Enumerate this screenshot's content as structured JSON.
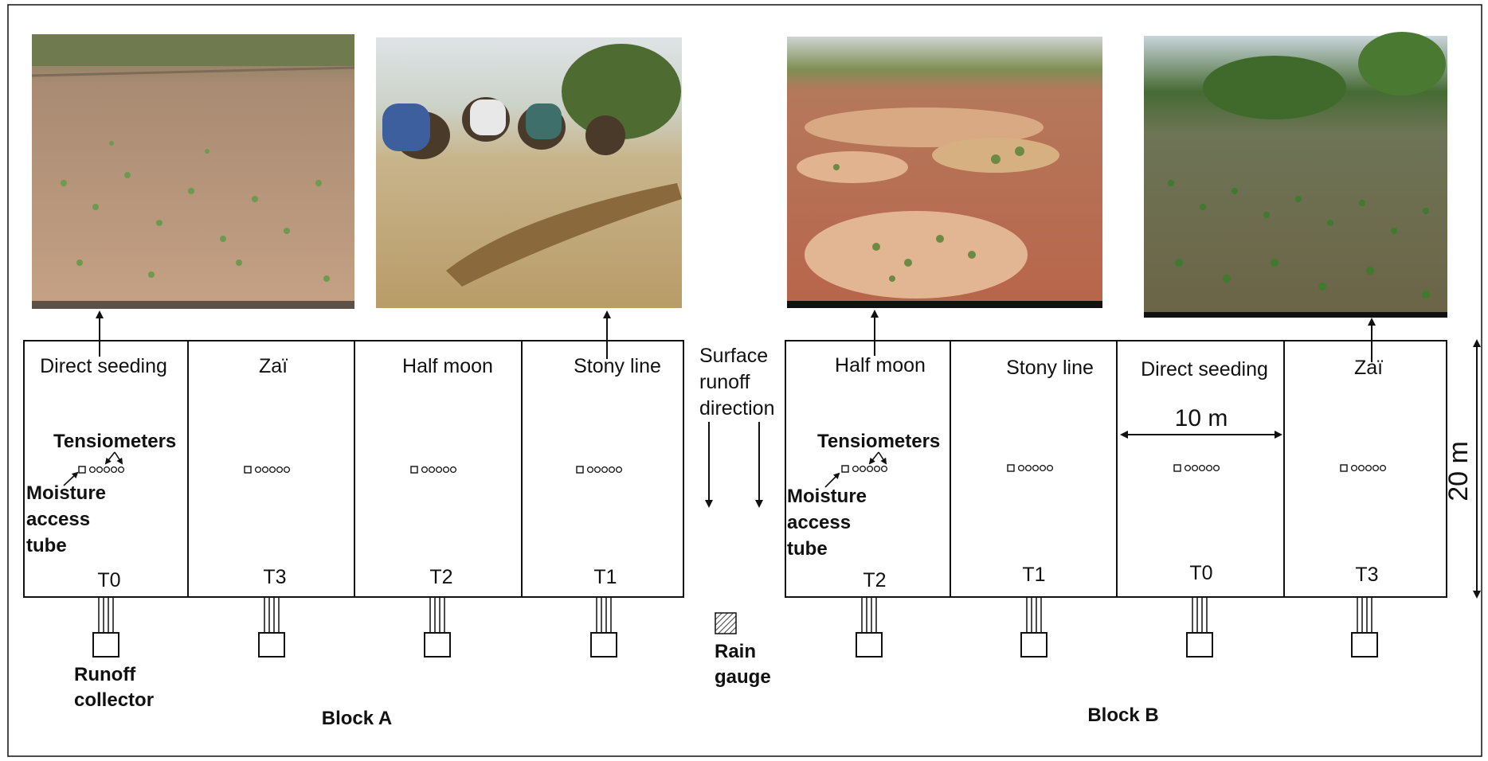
{
  "block_a": {
    "title": "Block A",
    "plots": [
      {
        "name": "Direct seeding",
        "code": "T0"
      },
      {
        "name": "Zaï",
        "code": "T3"
      },
      {
        "name": "Half moon",
        "code": "T2"
      },
      {
        "name": "Stony line",
        "code": "T1"
      }
    ],
    "tensiometers_label": "Tensiometers",
    "moisture_label": [
      "Moisture",
      "access",
      "tube"
    ],
    "runoff_label": [
      "Runoff",
      "collector"
    ]
  },
  "block_b": {
    "title": "Block B",
    "plots": [
      {
        "name": "Half moon",
        "code": "T2"
      },
      {
        "name": "Stony line",
        "code": "T1"
      },
      {
        "name": "Direct seeding",
        "code": "T0"
      },
      {
        "name": "Zaï",
        "code": "T3"
      }
    ],
    "tensiometers_label": "Tensiometers",
    "moisture_label": [
      "Moisture",
      "access",
      "tube"
    ],
    "width_label": "10 m"
  },
  "middle": {
    "surface_runoff": [
      "Surface",
      "runoff",
      "direction"
    ],
    "rain_gauge": [
      "Rain",
      "gauge"
    ]
  },
  "height_label": "20 m",
  "photos": [
    {
      "depicts": "direct-seeding-field",
      "colors": [
        "#9c7b63",
        "#c49a7e",
        "#6f8f4a"
      ]
    },
    {
      "depicts": "stony-line-workers",
      "colors": [
        "#c9b38a",
        "#8a6a3c",
        "#4a3a2a"
      ]
    },
    {
      "depicts": "half-moon-basins",
      "colors": [
        "#b86a4e",
        "#e1b48f",
        "#6d8a44"
      ]
    },
    {
      "depicts": "zai-pits-field",
      "colors": [
        "#6b6a4a",
        "#4f7a35",
        "#c9d2d6"
      ]
    }
  ]
}
